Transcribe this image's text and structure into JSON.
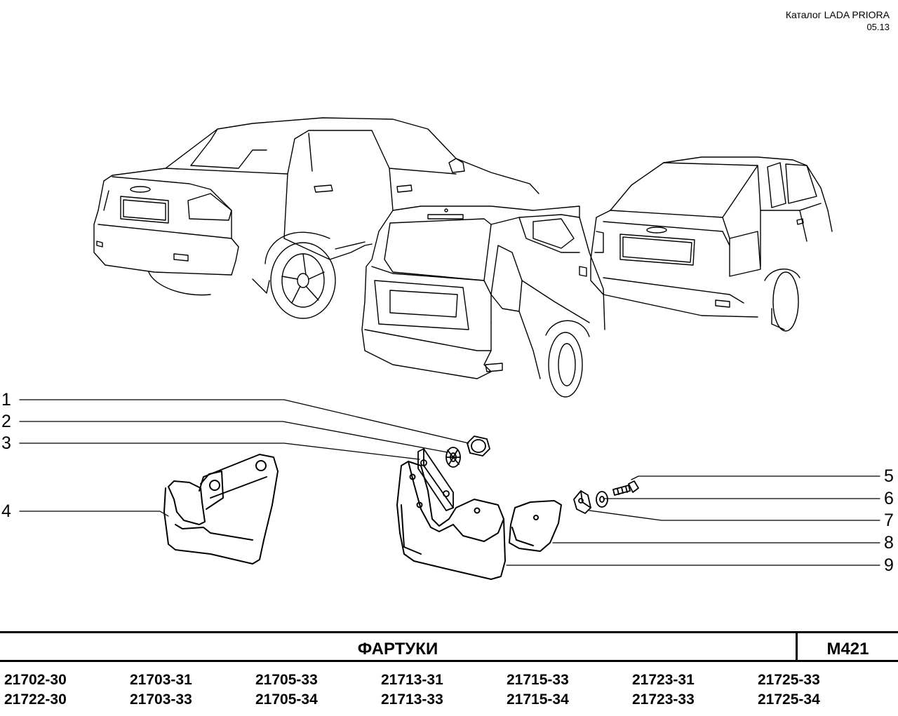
{
  "header": {
    "catalog": "Каталог  LADA  PRIORA",
    "date": "05.13"
  },
  "callouts": [
    "1",
    "2",
    "3",
    "4",
    "5",
    "6",
    "7",
    "8",
    "9"
  ],
  "title_block": {
    "title": "ФАРТУКИ",
    "code": "M421"
  },
  "models": [
    [
      "21702-30",
      "21722-30"
    ],
    [
      "21703-31",
      "21703-33"
    ],
    [
      "21705-33",
      "21705-34"
    ],
    [
      "21713-31",
      "21713-33"
    ],
    [
      "21715-33",
      "21715-34"
    ],
    [
      "21723-31",
      "21723-33"
    ],
    [
      "21725-33",
      "21725-34"
    ]
  ]
}
